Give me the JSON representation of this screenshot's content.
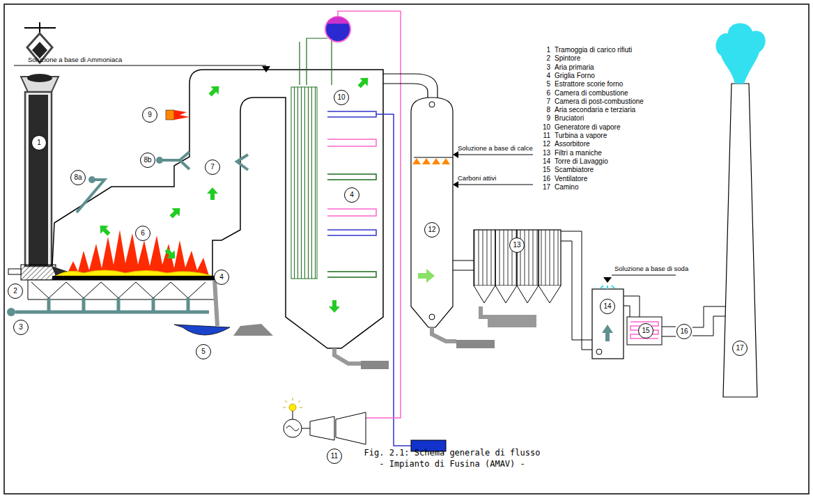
{
  "diagram": {
    "caption": "Fig. 2.1: Schema generale di flusso - Impianto di Fusina (AMAV) -",
    "labels": [
      "Soluzione a base di Ammoniaca",
      "1",
      "2",
      "3",
      "4",
      "5",
      "6",
      "7",
      "8a",
      "8b",
      "9",
      "10",
      "4",
      "11",
      "12",
      "13",
      "14",
      "15",
      "16",
      "17",
      "Soluzione a base di calce",
      "Carboni attivi",
      "Soluzione a base di soda",
      "1",
      "Tramoggia di carico rifiuti",
      "2",
      "Spintore",
      "3",
      "Aria primaria",
      "4",
      "Griglia Forno",
      "5",
      "Estrattore scorie forno",
      "6",
      "Camera di combustione",
      "7",
      "Camera di post-combustione",
      "8",
      "Aria secondaria e terziaria",
      "9",
      "Bruciatori",
      "10",
      "Generatore di vapore",
      "11",
      "Turbina a vapore",
      "12",
      "Assorbitore",
      "13",
      "Filtri a maniche",
      "14",
      "Torre di Lavaggio",
      "15",
      "Scambiatore",
      "16",
      "Ventilatore",
      "17",
      "Camino"
    ]
  }
}
